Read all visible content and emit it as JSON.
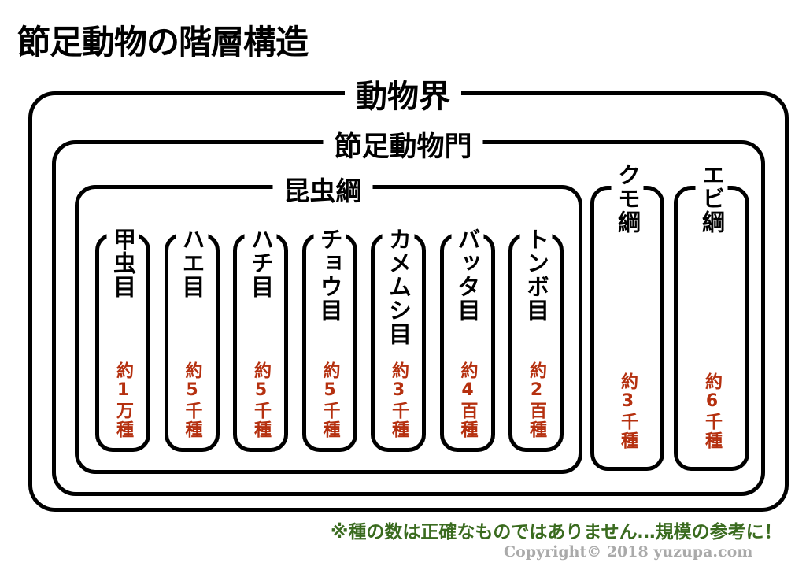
{
  "title": "節足動物の階層構造",
  "kingdom": {
    "label": "動物界"
  },
  "phylum": {
    "label": "節足動物門"
  },
  "insecta": {
    "label": "昆虫綱",
    "orders": [
      {
        "name": "甲虫目",
        "count": "約1万種"
      },
      {
        "name": "ハエ目",
        "count": "約5千種"
      },
      {
        "name": "ハチ目",
        "count": "約5千種"
      },
      {
        "name": "チョウ目",
        "count": "約5千種"
      },
      {
        "name": "カメムシ目",
        "count": "約3千種"
      },
      {
        "name": "バッタ目",
        "count": "約4百種"
      },
      {
        "name": "トンボ目",
        "count": "約2百種"
      }
    ]
  },
  "other_classes": [
    {
      "name": "クモ綱",
      "count": "約3千種"
    },
    {
      "name": "エビ綱",
      "count": "約6千種"
    }
  ],
  "note": "※種の数は正確なものではありません…規模の参考に！",
  "copyright": "Copyright© 2018 yuzupa.com",
  "colors": {
    "count": "#b5300f",
    "note": "#3a6b1f",
    "copyright": "#aaaaaa"
  }
}
